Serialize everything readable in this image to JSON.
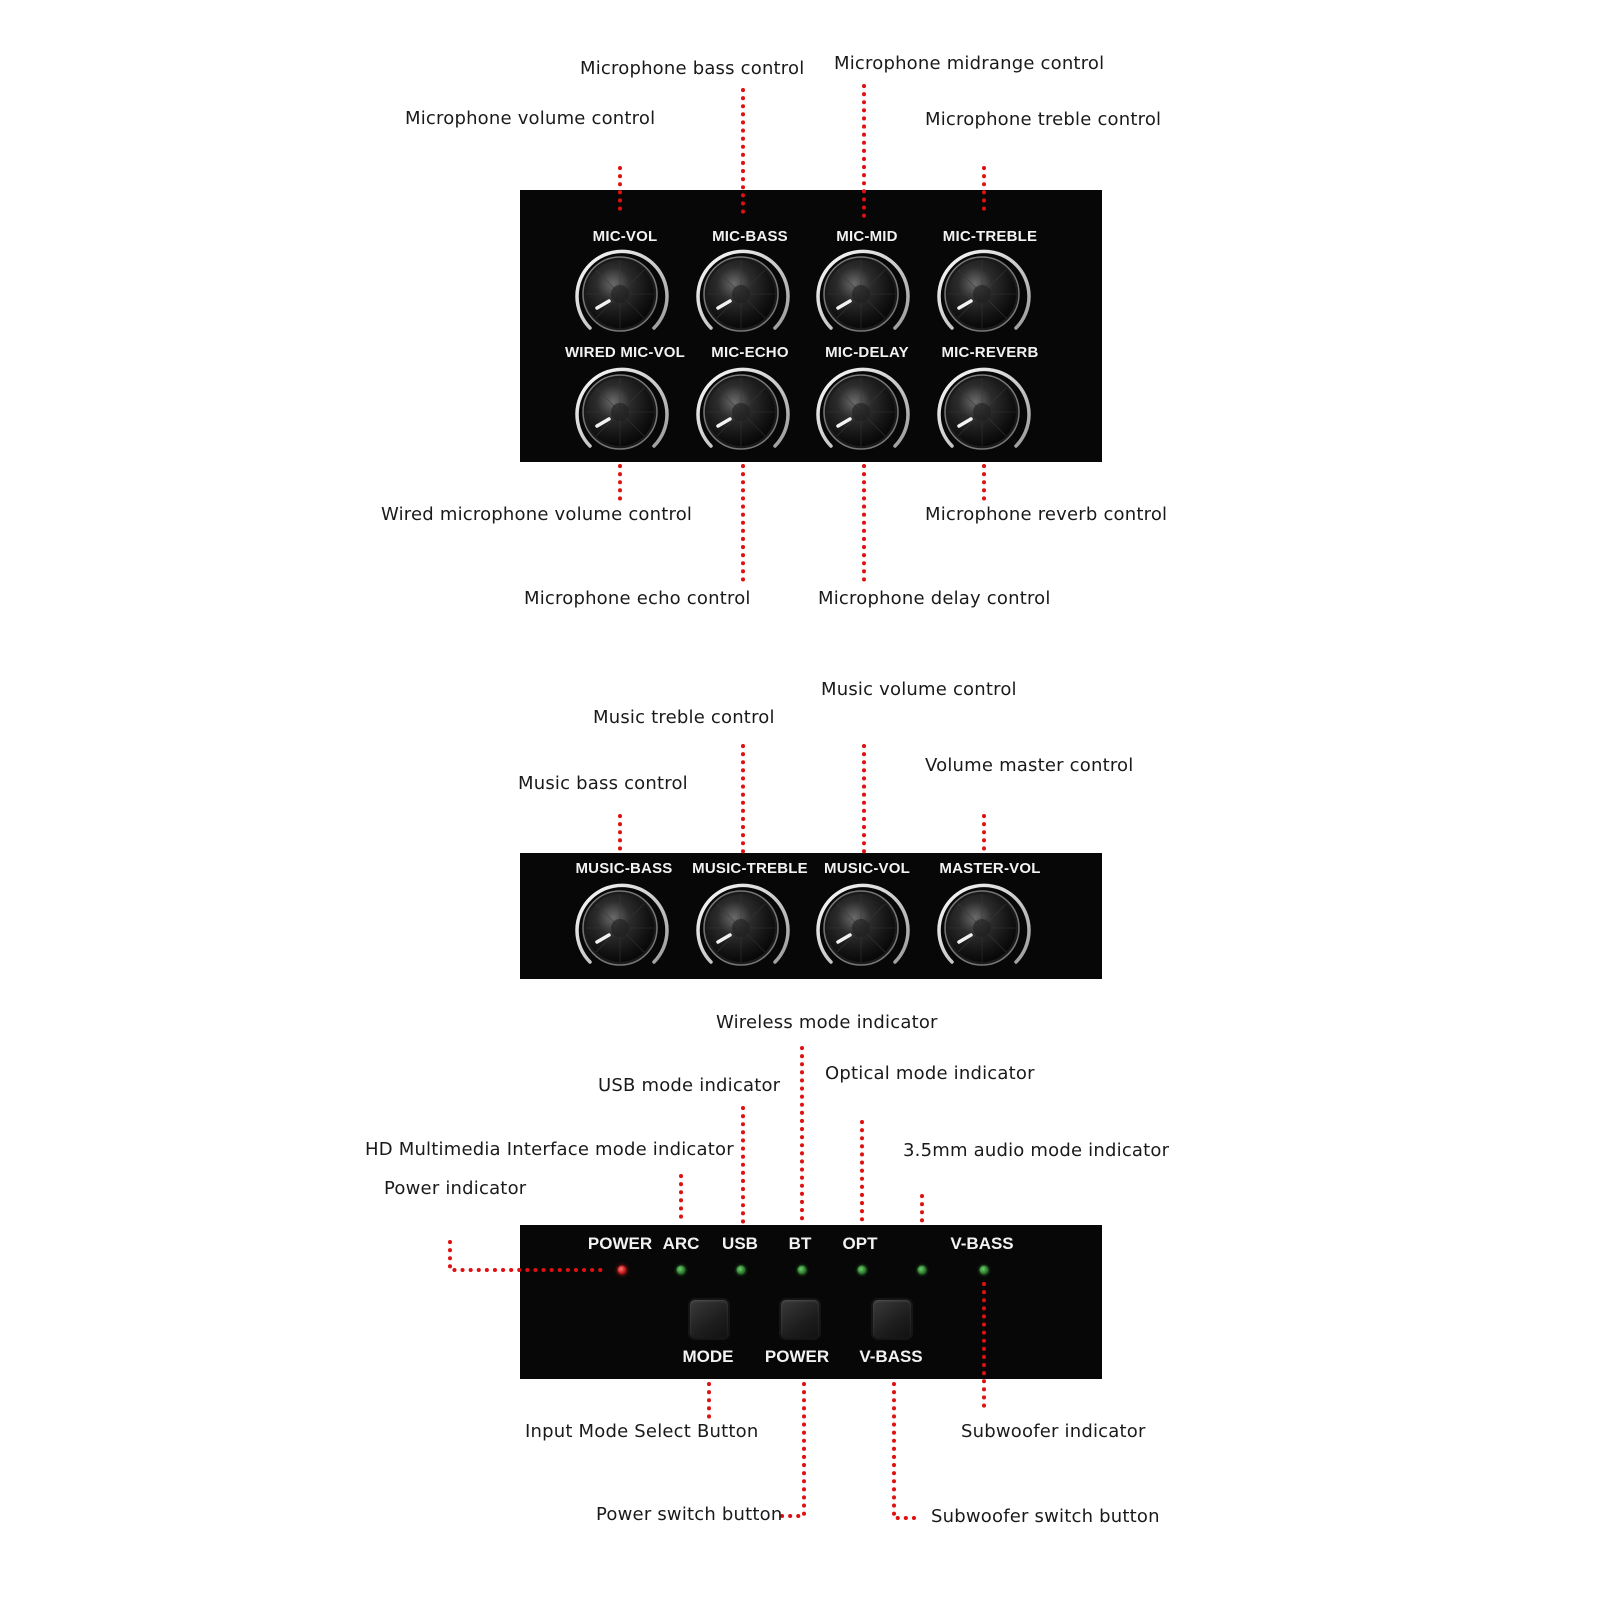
{
  "colors": {
    "panel": "#070707",
    "leader": "#e01010",
    "knob_ring": "#d8d8d8",
    "led_green": "#3a8a3a",
    "led_red": "#d02020"
  },
  "mic_panel": {
    "knobs": [
      {
        "label": "MIC-VOL",
        "callout": "Microphone volume control"
      },
      {
        "label": "MIC-BASS",
        "callout": "Microphone bass control"
      },
      {
        "label": "MIC-MID",
        "callout": "Microphone midrange control"
      },
      {
        "label": "MIC-TREBLE",
        "callout": "Microphone treble control"
      },
      {
        "label": "WIRED MIC-VOL",
        "callout": "Wired microphone volume control"
      },
      {
        "label": "MIC-ECHO",
        "callout": "Microphone echo control"
      },
      {
        "label": "MIC-DELAY",
        "callout": "Microphone delay control"
      },
      {
        "label": "MIC-REVERB",
        "callout": "Microphone reverb control"
      }
    ]
  },
  "music_panel": {
    "knobs": [
      {
        "label": "MUSIC-BASS",
        "callout": "Music bass control"
      },
      {
        "label": "MUSIC-TREBLE",
        "callout": "Music treble control"
      },
      {
        "label": "MUSIC-VOL",
        "callout": "Music volume control"
      },
      {
        "label": "MASTER-VOL",
        "callout": "Volume master control"
      }
    ]
  },
  "control_panel": {
    "indicators": [
      {
        "label": "POWER",
        "callout": "Power indicator",
        "led": "red"
      },
      {
        "label": "ARC",
        "callout": "HD Multimedia Interface mode indicator",
        "led": "green"
      },
      {
        "label": "USB",
        "callout": "USB mode indicator",
        "led": "green"
      },
      {
        "label": "BT",
        "callout": "Wireless mode indicator",
        "led": "green"
      },
      {
        "label": "OPT",
        "callout": "Optical mode indicator",
        "led": "green"
      },
      {
        "label": "",
        "callout": "3.5mm audio mode indicator",
        "led": "green"
      },
      {
        "label": "V-BASS",
        "callout": "Subwoofer indicator",
        "led": "green"
      }
    ],
    "buttons": [
      {
        "label": "MODE",
        "callout": "Input Mode Select Button"
      },
      {
        "label": "POWER",
        "callout": "Power switch button"
      },
      {
        "label": "V-BASS",
        "callout": "Subwoofer switch button"
      }
    ]
  }
}
